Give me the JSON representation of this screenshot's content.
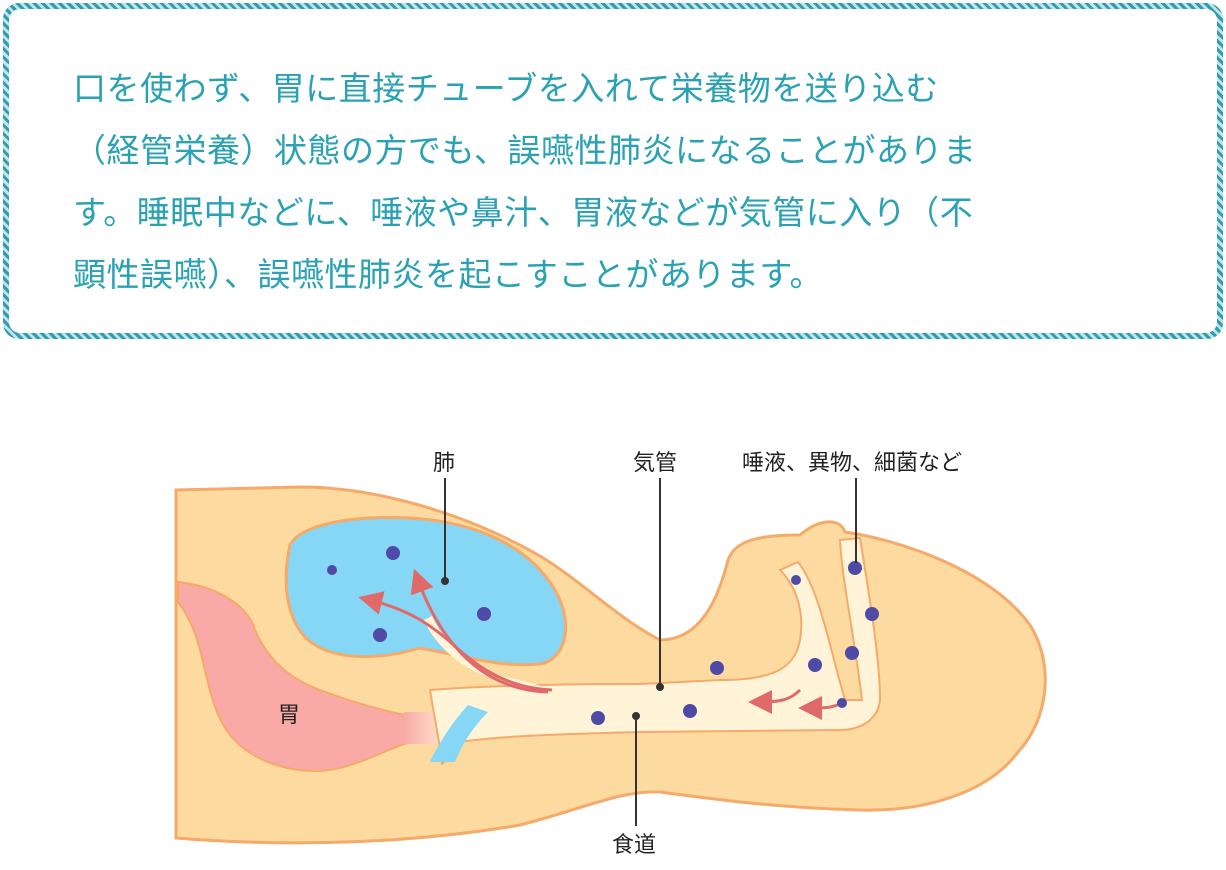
{
  "callout": {
    "lines": [
      "口を使わず、胃に直接チューブを入れて栄養物を送り込む",
      "（経管栄養）状態の方でも、誤嚥性肺炎になることがありま",
      "す。睡眠中などに、唾液や鼻汁、胃液などが気管に入り（不",
      "顕性誤嚥）、誤嚥性肺炎を起こすことがあります。"
    ]
  },
  "diagram": {
    "labels": {
      "lung": "肺",
      "trachea": "気管",
      "saliva": "唾液、異物、細菌など",
      "stomach": "胃",
      "esophagus": "食道"
    },
    "colors": {
      "body": "#fddba0",
      "outline": "#f5aa6a",
      "lung": "#86d6f6",
      "stomach": "#f9a9a6",
      "airway": "#fff4d8",
      "bacteria": "#4f4aa6",
      "arrow": "#e06a6a",
      "text_accent": "#2aa2b4"
    }
  }
}
